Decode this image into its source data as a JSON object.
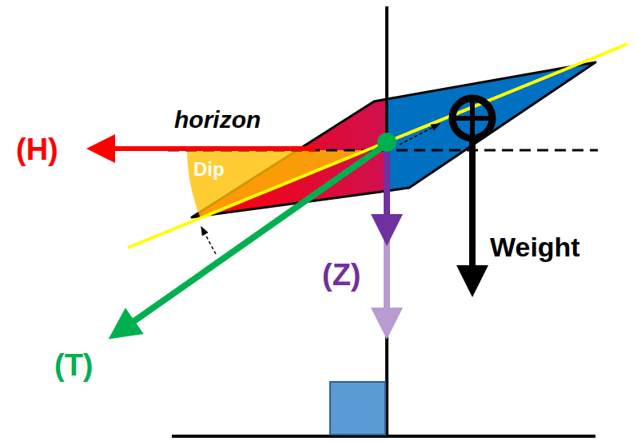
{
  "diagram": {
    "labels": [
      "(H)",
      "horizon",
      "Dip",
      "(Z)",
      "Weight",
      "(T)"
    ]
  }
}
